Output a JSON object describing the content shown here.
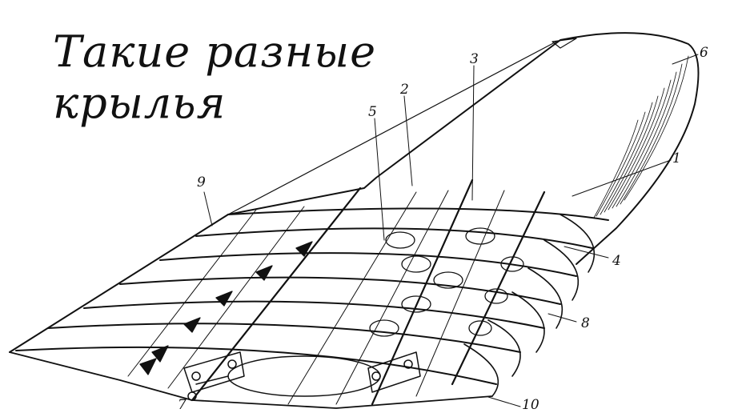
{
  "title": {
    "line1": "Такие разные",
    "line2": "крылья"
  },
  "callouts": [
    {
      "id": "c1",
      "text": "1"
    },
    {
      "id": "c2",
      "text": "2"
    },
    {
      "id": "c3",
      "text": "3"
    },
    {
      "id": "c4",
      "text": "4"
    },
    {
      "id": "c5",
      "text": "5"
    },
    {
      "id": "c6",
      "text": "6"
    },
    {
      "id": "c7",
      "text": "7"
    },
    {
      "id": "c8",
      "text": "8"
    },
    {
      "id": "c9",
      "text": "9"
    },
    {
      "id": "c10",
      "text": "10"
    }
  ],
  "colors": {
    "ink": "#111111",
    "paper": "#ffffff"
  }
}
